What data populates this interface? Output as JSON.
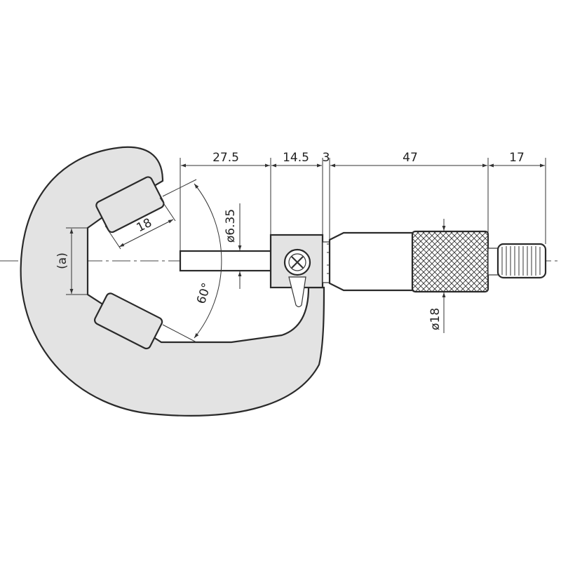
{
  "colors": {
    "frame_fill": "#e3e3e3",
    "outline": "#2a2a2a",
    "background": "#ffffff"
  },
  "dimensions": {
    "d_27_5": "27.5",
    "d_14_5": "14.5",
    "d_3": "3",
    "d_47": "47",
    "d_17": "17",
    "d_spindle_dia": "ø6.35",
    "d_anvil_len": "18",
    "d_a": "(a)",
    "d_angle": "60°",
    "d_thimble_dia": "ø18"
  }
}
